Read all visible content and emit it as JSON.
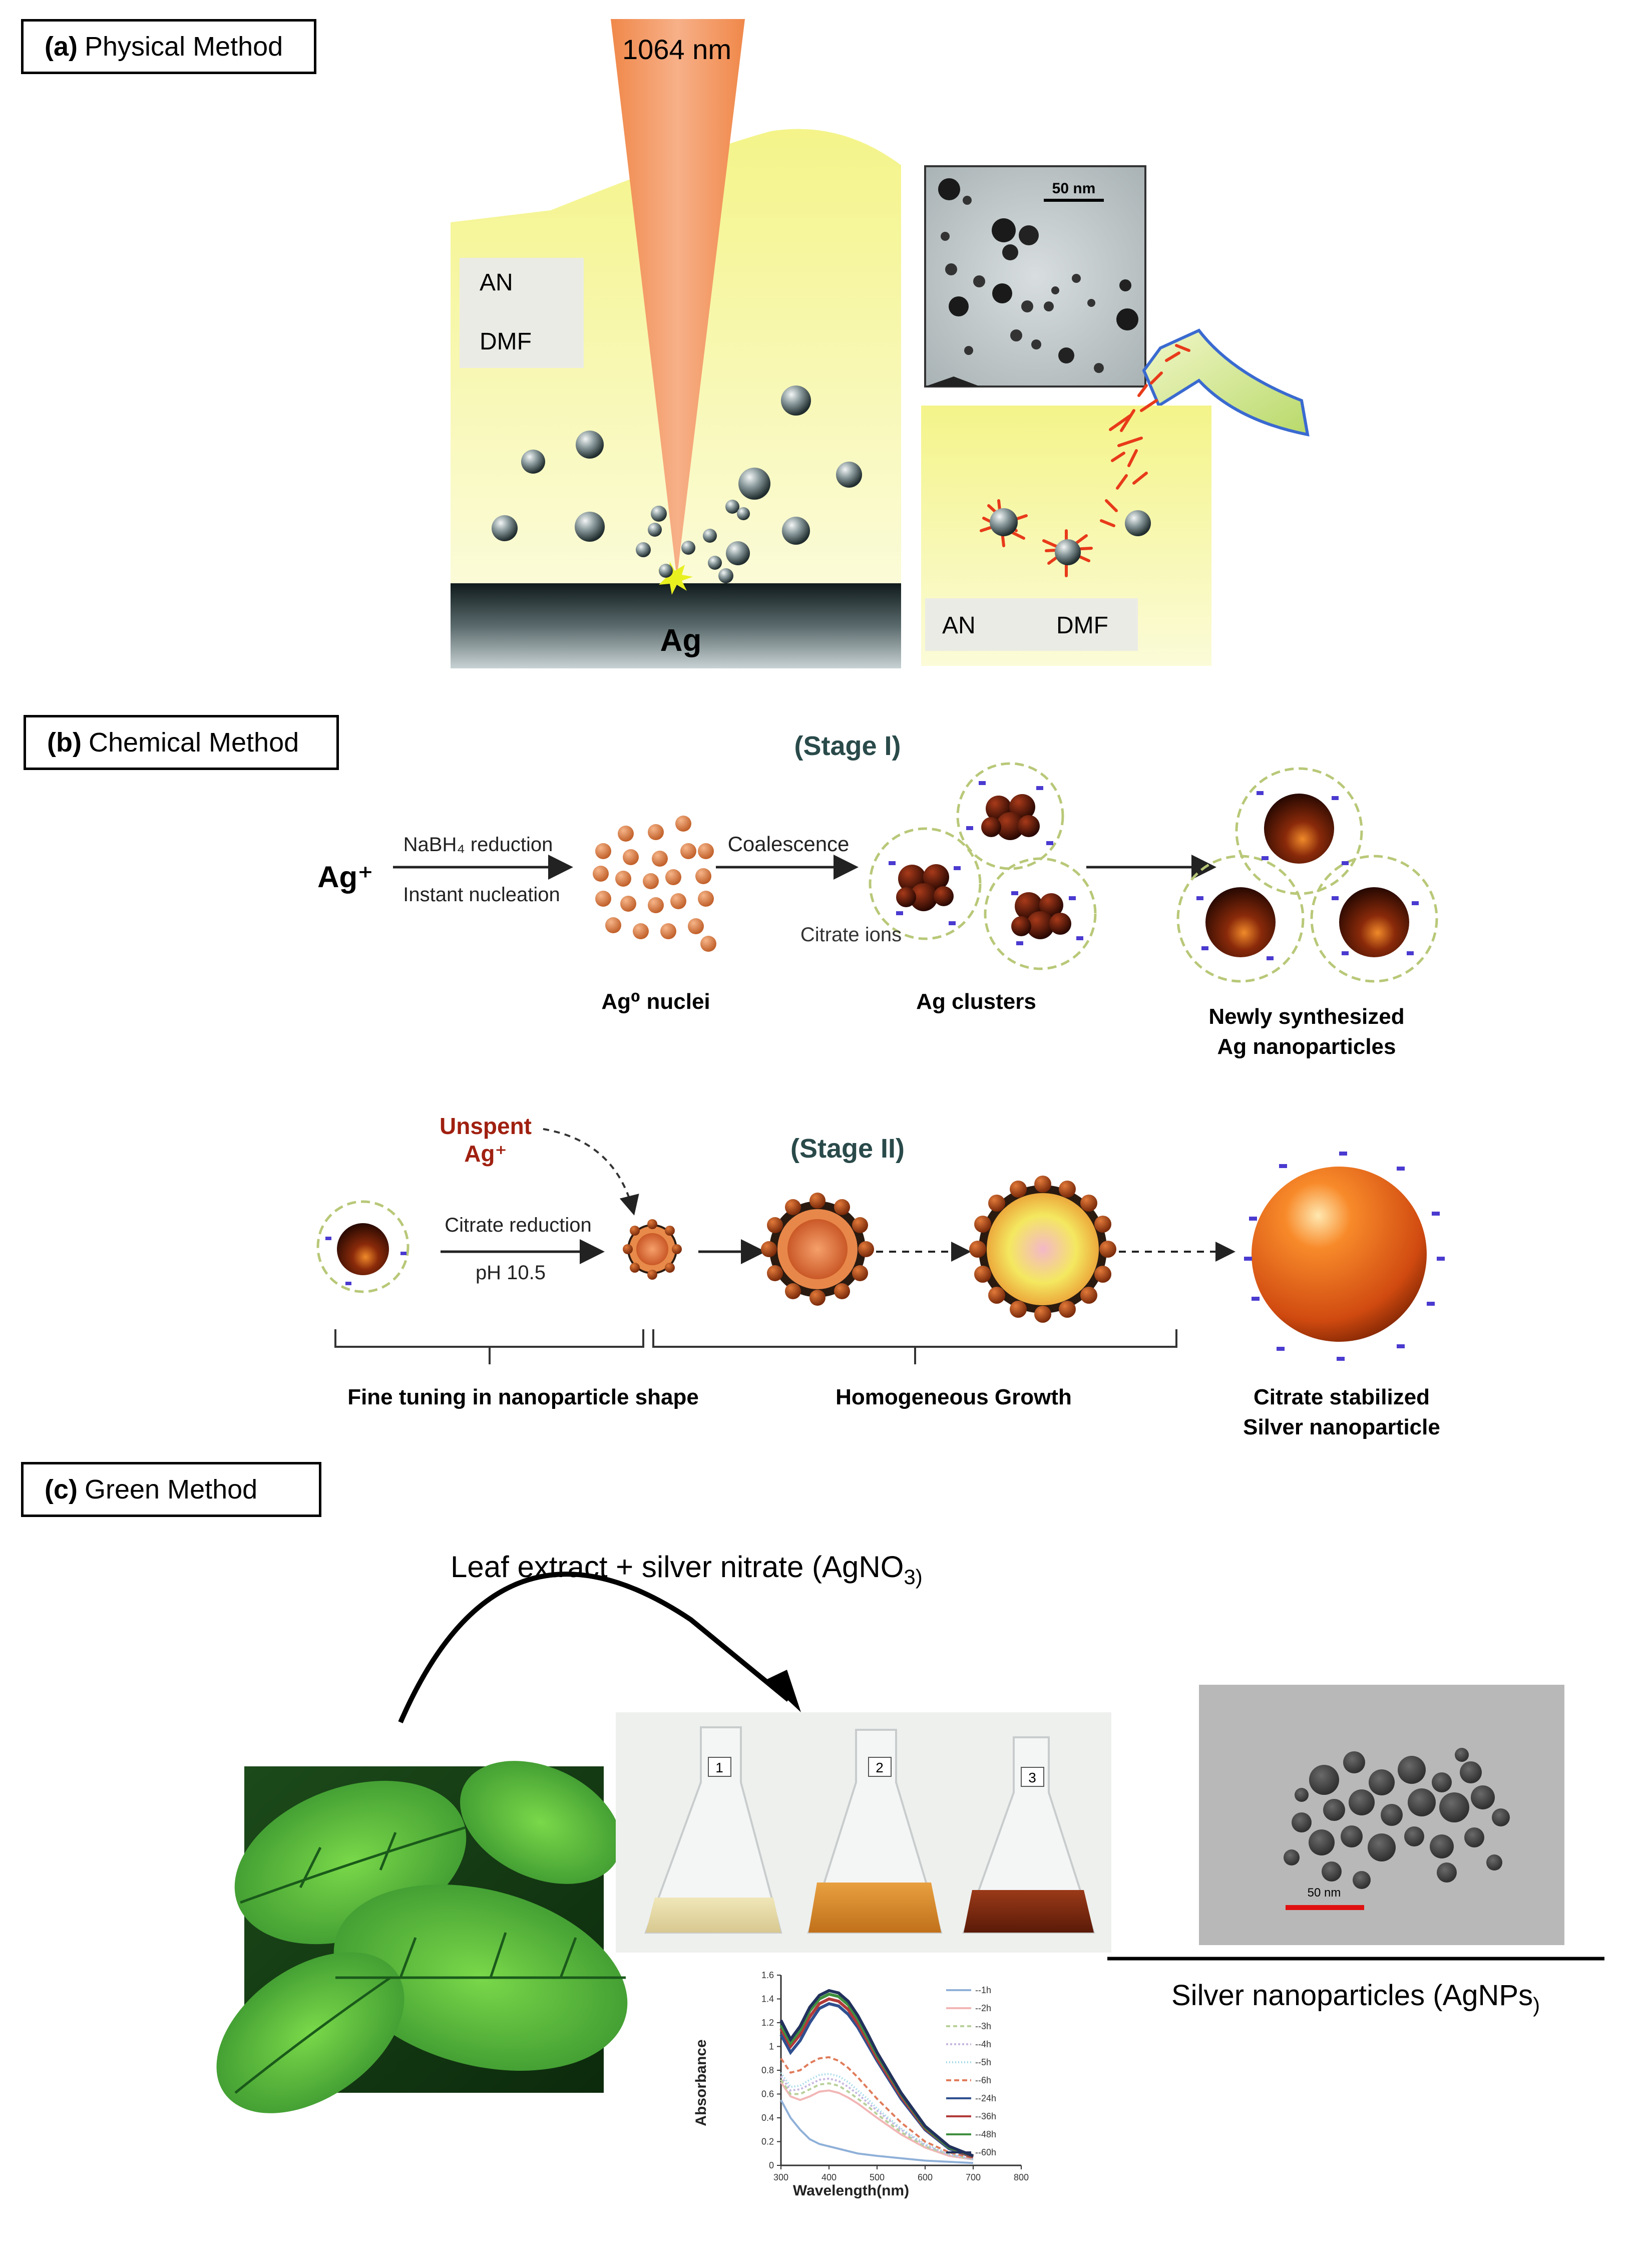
{
  "panels": {
    "a": {
      "letter": "(a)",
      "title": "Physical Method",
      "laser_label": "1064 nm",
      "solvent_box_1": [
        "AN",
        "DMF"
      ],
      "target_label": "Ag",
      "tem_scale": "50 nm",
      "solvent_box_2": [
        "AN",
        "DMF"
      ]
    },
    "b": {
      "letter": "(b)",
      "title": "Chemical Method",
      "stage1": "(Stage I)",
      "ag_ion": "Ag⁺",
      "nabh4": "NaBH₄ reduction",
      "instant": "Instant nucleation",
      "coalescence": "Coalescence",
      "citrate_ions": "Citrate ions",
      "ag0_nuclei": "Ag⁰ nuclei",
      "ag_clusters": "Ag clusters",
      "newly": [
        "Newly synthesized",
        "Ag  nanoparticles"
      ],
      "unspent": [
        "Unspent",
        "Ag⁺"
      ],
      "stage2": "(Stage II)",
      "citrate_reduction": "Citrate reduction",
      "ph": "pH 10.5",
      "fine_tuning": "Fine tuning in nanoparticle shape",
      "homogeneous": "Homogeneous Growth",
      "citrate_stab": [
        "Citrate stabilized",
        "Silver nanoparticle"
      ]
    },
    "c": {
      "letter": "(c)",
      "title": "Green Method",
      "reaction_label": "Leaf extract + silver nitrate (AgNO",
      "reaction_sub": "3)",
      "flask_numbers": [
        "1",
        "2",
        "3"
      ],
      "sem_scale": "50 nm",
      "agnps_label": "Silver nanoparticles (AgNPs",
      "agnps_close": ")"
    }
  },
  "uv_chart": {
    "chart_data": {
      "type": "line",
      "xlabel": "Wavelength(nm)",
      "ylabel": "Absorbance",
      "xlim": [
        300,
        800
      ],
      "ylim": [
        0,
        1.6
      ],
      "xticks": [
        "300",
        "400",
        "500",
        "600",
        "700",
        "800"
      ],
      "yticks": [
        "0",
        "0.2",
        "0.4",
        "0.6",
        "0.8",
        "1",
        "1.2",
        "1.4",
        "1.6"
      ],
      "x": [
        300,
        320,
        340,
        360,
        380,
        400,
        420,
        440,
        460,
        480,
        500,
        550,
        600,
        650,
        700
      ],
      "series": [
        {
          "name": "1h",
          "color": "#8fb0d8",
          "values": [
            0.55,
            0.4,
            0.3,
            0.22,
            0.18,
            0.16,
            0.14,
            0.12,
            0.1,
            0.09,
            0.08,
            0.06,
            0.04,
            0.03,
            0.02
          ]
        },
        {
          "name": "2h",
          "color": "#f2b6b6",
          "values": [
            0.7,
            0.58,
            0.55,
            0.58,
            0.62,
            0.63,
            0.61,
            0.57,
            0.52,
            0.46,
            0.4,
            0.26,
            0.15,
            0.08,
            0.05
          ]
        },
        {
          "name": "3h",
          "color": "#b8d09a",
          "values": [
            0.72,
            0.6,
            0.6,
            0.64,
            0.68,
            0.69,
            0.67,
            0.62,
            0.56,
            0.5,
            0.43,
            0.28,
            0.16,
            0.09,
            0.05
          ]
        },
        {
          "name": "4h",
          "color": "#c7b8e0",
          "values": [
            0.75,
            0.63,
            0.64,
            0.68,
            0.72,
            0.73,
            0.71,
            0.66,
            0.6,
            0.53,
            0.46,
            0.3,
            0.17,
            0.09,
            0.05
          ]
        },
        {
          "name": "5h",
          "color": "#9fd8e6",
          "values": [
            0.78,
            0.66,
            0.67,
            0.72,
            0.76,
            0.77,
            0.75,
            0.7,
            0.63,
            0.56,
            0.48,
            0.31,
            0.18,
            0.1,
            0.05
          ]
        },
        {
          "name": "6h",
          "color": "#e07b5a",
          "values": [
            0.9,
            0.78,
            0.8,
            0.86,
            0.9,
            0.91,
            0.88,
            0.82,
            0.74,
            0.65,
            0.56,
            0.36,
            0.2,
            0.11,
            0.06
          ]
        },
        {
          "name": "24h",
          "color": "#2f4f8f",
          "values": [
            1.1,
            0.95,
            1.05,
            1.2,
            1.32,
            1.36,
            1.34,
            1.27,
            1.16,
            1.02,
            0.88,
            0.56,
            0.3,
            0.14,
            0.07
          ]
        },
        {
          "name": "36h",
          "color": "#b23a3a",
          "values": [
            1.15,
            1.0,
            1.1,
            1.25,
            1.36,
            1.4,
            1.38,
            1.31,
            1.19,
            1.05,
            0.9,
            0.58,
            0.31,
            0.15,
            0.07
          ]
        },
        {
          "name": "48h",
          "color": "#3f8f3f",
          "values": [
            1.18,
            1.03,
            1.14,
            1.3,
            1.4,
            1.44,
            1.42,
            1.35,
            1.23,
            1.08,
            0.93,
            0.6,
            0.32,
            0.15,
            0.08
          ]
        },
        {
          "name": "60h",
          "color": "#22315c",
          "values": [
            1.22,
            1.06,
            1.17,
            1.33,
            1.43,
            1.47,
            1.45,
            1.38,
            1.26,
            1.11,
            0.95,
            0.61,
            0.33,
            0.16,
            0.08
          ]
        }
      ]
    }
  }
}
